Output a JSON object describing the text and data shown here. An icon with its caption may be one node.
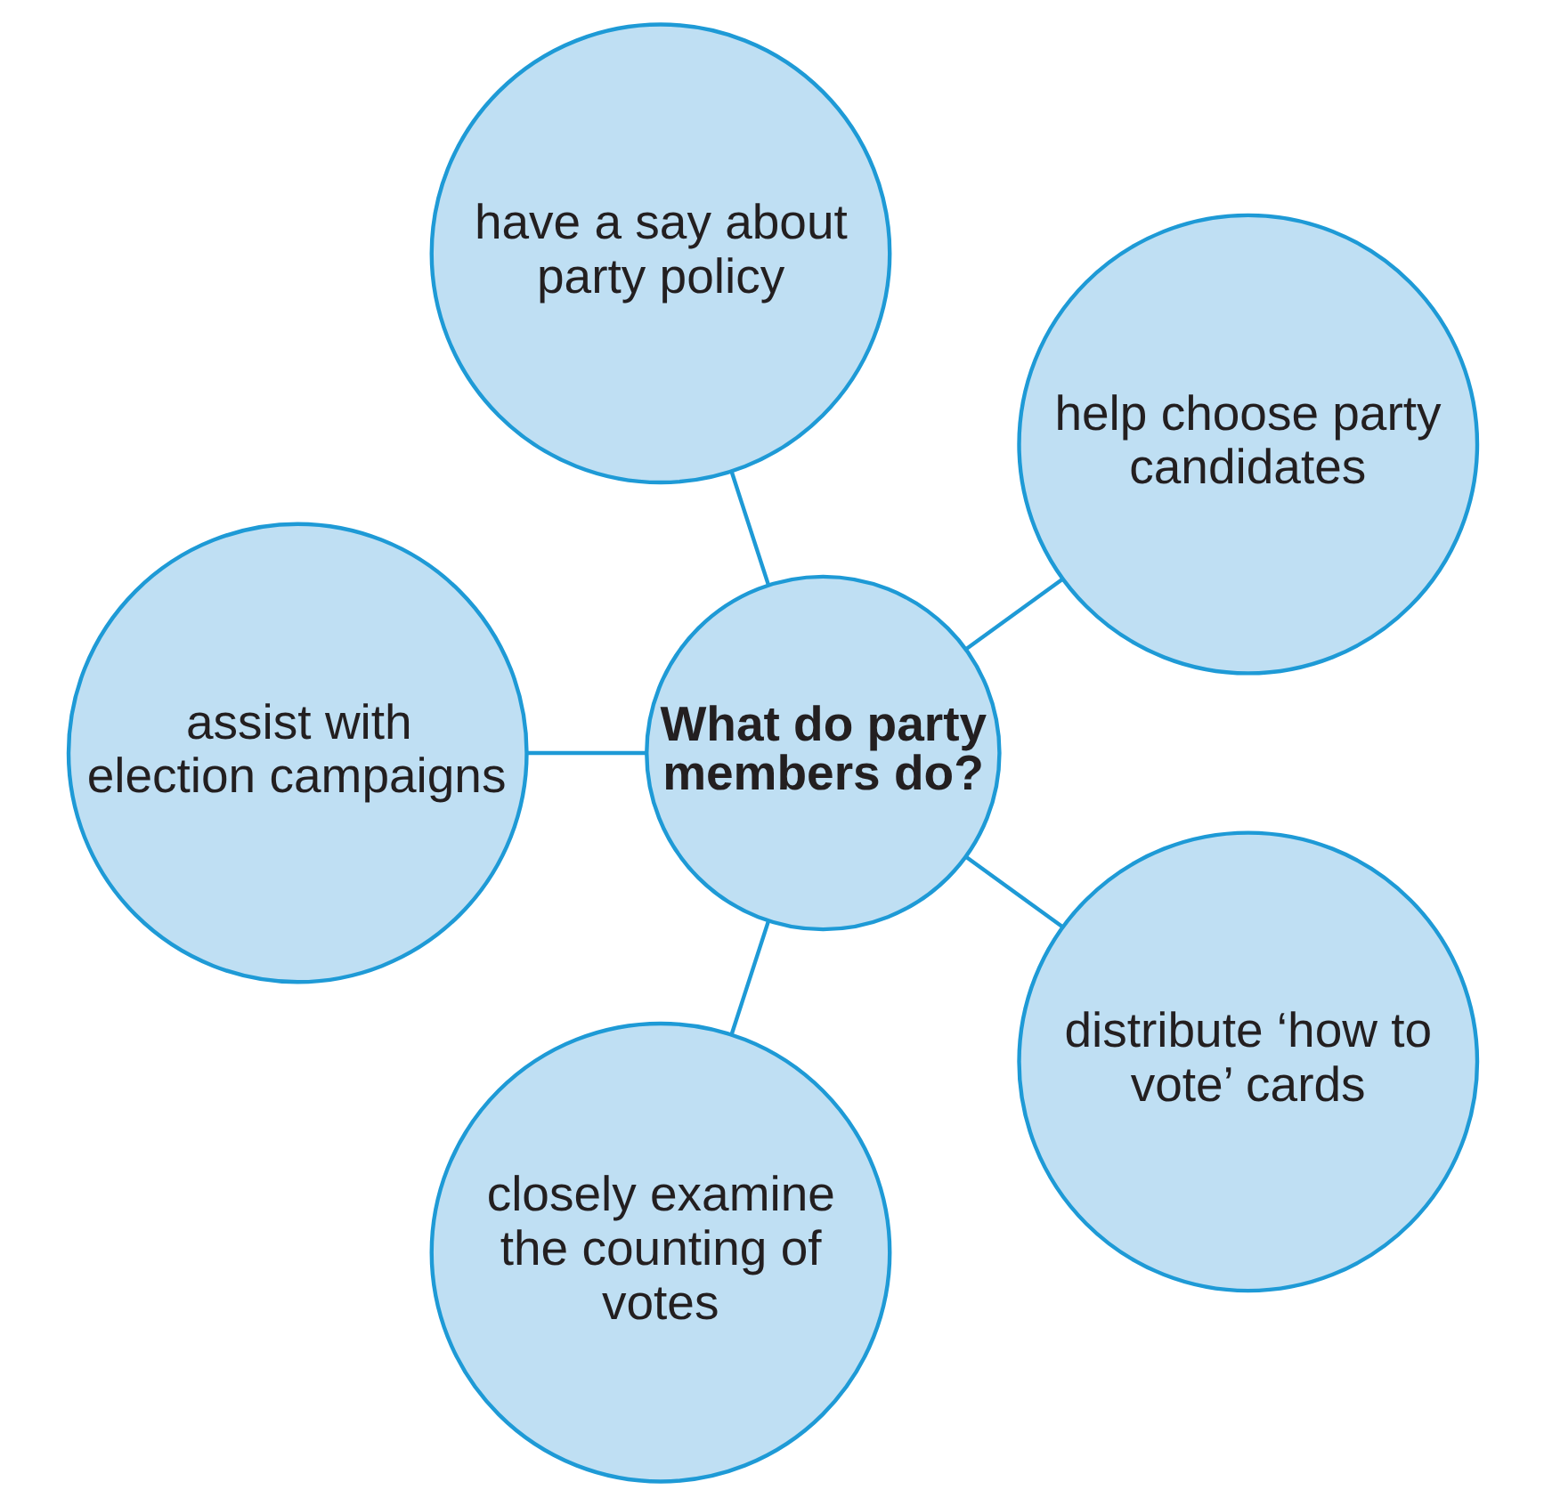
{
  "diagram": {
    "nodes": [
      {
        "text": [
          "What do party members do?"
        ]
      },
      {
        "text": [
          "help choose party candidates"
        ]
      },
      {
        "text": [
          "have a say about party policy"
        ]
      },
      {
        "text": [
          "assist with election campaigns"
        ]
      },
      {
        "text": [
          "closely examine the counting of votes"
        ]
      },
      {
        "text": [
          "distribute ‘how to vote’ cards"
        ]
      }
    ],
    "edges": [
      {
        "from": 0,
        "to": 1,
        "arrow": "none"
      },
      {
        "from": 0,
        "to": 2,
        "arrow": "none"
      },
      {
        "from": 0,
        "to": 3,
        "arrow": "none"
      },
      {
        "from": 0,
        "to": 4,
        "arrow": "none"
      },
      {
        "from": 0,
        "to": 5,
        "arrow": "none"
      }
    ]
  }
}
